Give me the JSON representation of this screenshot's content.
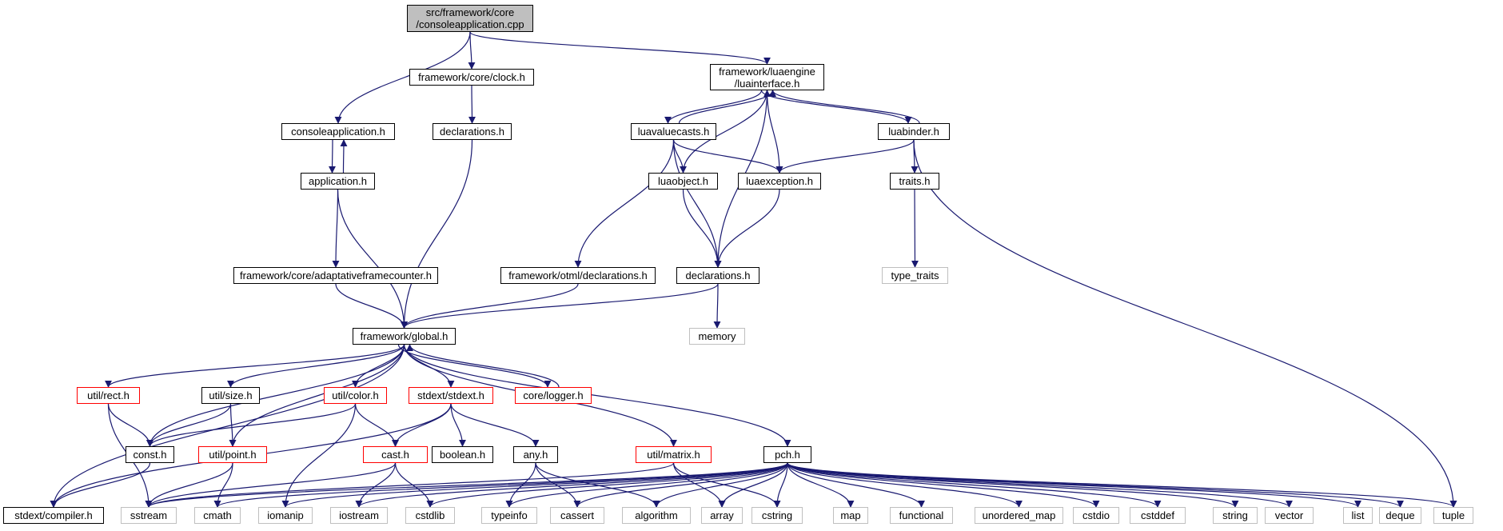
{
  "colors": {
    "edge": "#191970",
    "node_border": "#000000",
    "external_border": "#bfbfbf",
    "truncated_border": "#ff0000",
    "root_fill": "#bfbfbf"
  },
  "nodes": {
    "root": {
      "label": "src/framework/core\n/consoleapplication.cpp",
      "kind": "root"
    },
    "clock": {
      "label": "framework/core/clock.h",
      "kind": "normal"
    },
    "luainterface": {
      "label": "framework/luaengine\n/luainterface.h",
      "kind": "normal"
    },
    "consoleapp_h": {
      "label": "consoleapplication.h",
      "kind": "normal"
    },
    "declarations_core": {
      "label": "declarations.h",
      "kind": "normal"
    },
    "luavaluecasts": {
      "label": "luavaluecasts.h",
      "kind": "normal"
    },
    "luabinder": {
      "label": "luabinder.h",
      "kind": "normal"
    },
    "application": {
      "label": "application.h",
      "kind": "normal"
    },
    "luaobject": {
      "label": "luaobject.h",
      "kind": "normal"
    },
    "luaexception": {
      "label": "luaexception.h",
      "kind": "normal"
    },
    "traits": {
      "label": "traits.h",
      "kind": "normal"
    },
    "adaptative": {
      "label": "framework/core/adaptativeframecounter.h",
      "kind": "normal"
    },
    "otml_decl": {
      "label": "framework/otml/declarations.h",
      "kind": "normal"
    },
    "lua_decl": {
      "label": "declarations.h",
      "kind": "normal"
    },
    "type_traits": {
      "label": "type_traits",
      "kind": "external"
    },
    "memory": {
      "label": "memory",
      "kind": "external"
    },
    "global": {
      "label": "framework/global.h",
      "kind": "normal"
    },
    "rect": {
      "label": "util/rect.h",
      "kind": "truncated"
    },
    "size": {
      "label": "util/size.h",
      "kind": "normal"
    },
    "color": {
      "label": "util/color.h",
      "kind": "truncated"
    },
    "stdext": {
      "label": "stdext/stdext.h",
      "kind": "truncated"
    },
    "logger": {
      "label": "core/logger.h",
      "kind": "truncated"
    },
    "const": {
      "label": "const.h",
      "kind": "normal"
    },
    "point": {
      "label": "util/point.h",
      "kind": "truncated"
    },
    "cast": {
      "label": "cast.h",
      "kind": "truncated"
    },
    "boolean": {
      "label": "boolean.h",
      "kind": "normal"
    },
    "any": {
      "label": "any.h",
      "kind": "normal"
    },
    "matrix": {
      "label": "util/matrix.h",
      "kind": "truncated"
    },
    "pch": {
      "label": "pch.h",
      "kind": "normal"
    },
    "compiler": {
      "label": "stdext/compiler.h",
      "kind": "normal"
    },
    "sstream": {
      "label": "sstream",
      "kind": "external"
    },
    "cmath": {
      "label": "cmath",
      "kind": "external"
    },
    "iomanip": {
      "label": "iomanip",
      "kind": "external"
    },
    "iostream": {
      "label": "iostream",
      "kind": "external"
    },
    "cstdlib": {
      "label": "cstdlib",
      "kind": "external"
    },
    "typeinfo": {
      "label": "typeinfo",
      "kind": "external"
    },
    "cassert": {
      "label": "cassert",
      "kind": "external"
    },
    "algorithm": {
      "label": "algorithm",
      "kind": "external"
    },
    "array": {
      "label": "array",
      "kind": "external"
    },
    "cstring": {
      "label": "cstring",
      "kind": "external"
    },
    "map": {
      "label": "map",
      "kind": "external"
    },
    "functional": {
      "label": "functional",
      "kind": "external"
    },
    "unordered_map": {
      "label": "unordered_map",
      "kind": "external"
    },
    "cstdio": {
      "label": "cstdio",
      "kind": "external"
    },
    "cstddef": {
      "label": "cstddef",
      "kind": "external"
    },
    "string": {
      "label": "string",
      "kind": "external"
    },
    "vector": {
      "label": "vector",
      "kind": "external"
    },
    "list": {
      "label": "list",
      "kind": "external"
    },
    "deque": {
      "label": "deque",
      "kind": "external"
    },
    "tuple": {
      "label": "tuple",
      "kind": "external"
    }
  },
  "edges": [
    [
      "root",
      "consoleapp_h"
    ],
    [
      "root",
      "clock"
    ],
    [
      "root",
      "luainterface"
    ],
    [
      "clock",
      "declarations_core"
    ],
    [
      "consoleapp_h",
      "application"
    ],
    [
      "application",
      "consoleapp_h"
    ],
    [
      "application",
      "adaptative"
    ],
    [
      "application",
      "global"
    ],
    [
      "adaptative",
      "global"
    ],
    [
      "declarations_core",
      "global"
    ],
    [
      "luainterface",
      "luavaluecasts"
    ],
    [
      "luavaluecasts",
      "luainterface"
    ],
    [
      "luainterface",
      "luabinder"
    ],
    [
      "luabinder",
      "luainterface"
    ],
    [
      "luaobject",
      "luainterface"
    ],
    [
      "luainterface",
      "luaexception"
    ],
    [
      "luainterface",
      "lua_decl"
    ],
    [
      "luavaluecasts",
      "luaobject"
    ],
    [
      "luavaluecasts",
      "luaexception"
    ],
    [
      "luavaluecasts",
      "lua_decl"
    ],
    [
      "luavaluecasts",
      "otml_decl"
    ],
    [
      "luabinder",
      "luaexception"
    ],
    [
      "luabinder",
      "traits"
    ],
    [
      "luabinder",
      "tuple"
    ],
    [
      "traits",
      "type_traits"
    ],
    [
      "luaobject",
      "lua_decl"
    ],
    [
      "luaexception",
      "lua_decl"
    ],
    [
      "lua_decl",
      "memory"
    ],
    [
      "lua_decl",
      "global"
    ],
    [
      "otml_decl",
      "global"
    ],
    [
      "global",
      "compiler"
    ],
    [
      "global",
      "rect"
    ],
    [
      "global",
      "size"
    ],
    [
      "global",
      "const"
    ],
    [
      "global",
      "point"
    ],
    [
      "global",
      "color"
    ],
    [
      "global",
      "stdext"
    ],
    [
      "global",
      "logger"
    ],
    [
      "logger",
      "global"
    ],
    [
      "global",
      "matrix"
    ],
    [
      "global",
      "pch"
    ],
    [
      "rect",
      "const"
    ],
    [
      "rect",
      "sstream"
    ],
    [
      "size",
      "const"
    ],
    [
      "size",
      "point"
    ],
    [
      "color",
      "const"
    ],
    [
      "color",
      "cast"
    ],
    [
      "color",
      "iomanip"
    ],
    [
      "stdext",
      "cast"
    ],
    [
      "stdext",
      "boolean"
    ],
    [
      "stdext",
      "any"
    ],
    [
      "stdext",
      "compiler"
    ],
    [
      "const",
      "compiler"
    ],
    [
      "point",
      "sstream"
    ],
    [
      "point",
      "cmath"
    ],
    [
      "cast",
      "sstream"
    ],
    [
      "cast",
      "iostream"
    ],
    [
      "cast",
      "cstdlib"
    ],
    [
      "any",
      "typeinfo"
    ],
    [
      "any",
      "cassert"
    ],
    [
      "any",
      "algorithm"
    ],
    [
      "matrix",
      "array"
    ],
    [
      "matrix",
      "cstring"
    ],
    [
      "matrix",
      "sstream"
    ],
    [
      "pch",
      "sstream"
    ],
    [
      "pch",
      "cmath"
    ],
    [
      "pch",
      "iomanip"
    ],
    [
      "pch",
      "iostream"
    ],
    [
      "pch",
      "cstdlib"
    ],
    [
      "pch",
      "typeinfo"
    ],
    [
      "pch",
      "cassert"
    ],
    [
      "pch",
      "algorithm"
    ],
    [
      "pch",
      "array"
    ],
    [
      "pch",
      "cstring"
    ],
    [
      "pch",
      "map"
    ],
    [
      "pch",
      "functional"
    ],
    [
      "pch",
      "unordered_map"
    ],
    [
      "pch",
      "cstdio"
    ],
    [
      "pch",
      "cstddef"
    ],
    [
      "pch",
      "string"
    ],
    [
      "pch",
      "vector"
    ],
    [
      "pch",
      "list"
    ],
    [
      "pch",
      "deque"
    ],
    [
      "pch",
      "tuple"
    ]
  ]
}
